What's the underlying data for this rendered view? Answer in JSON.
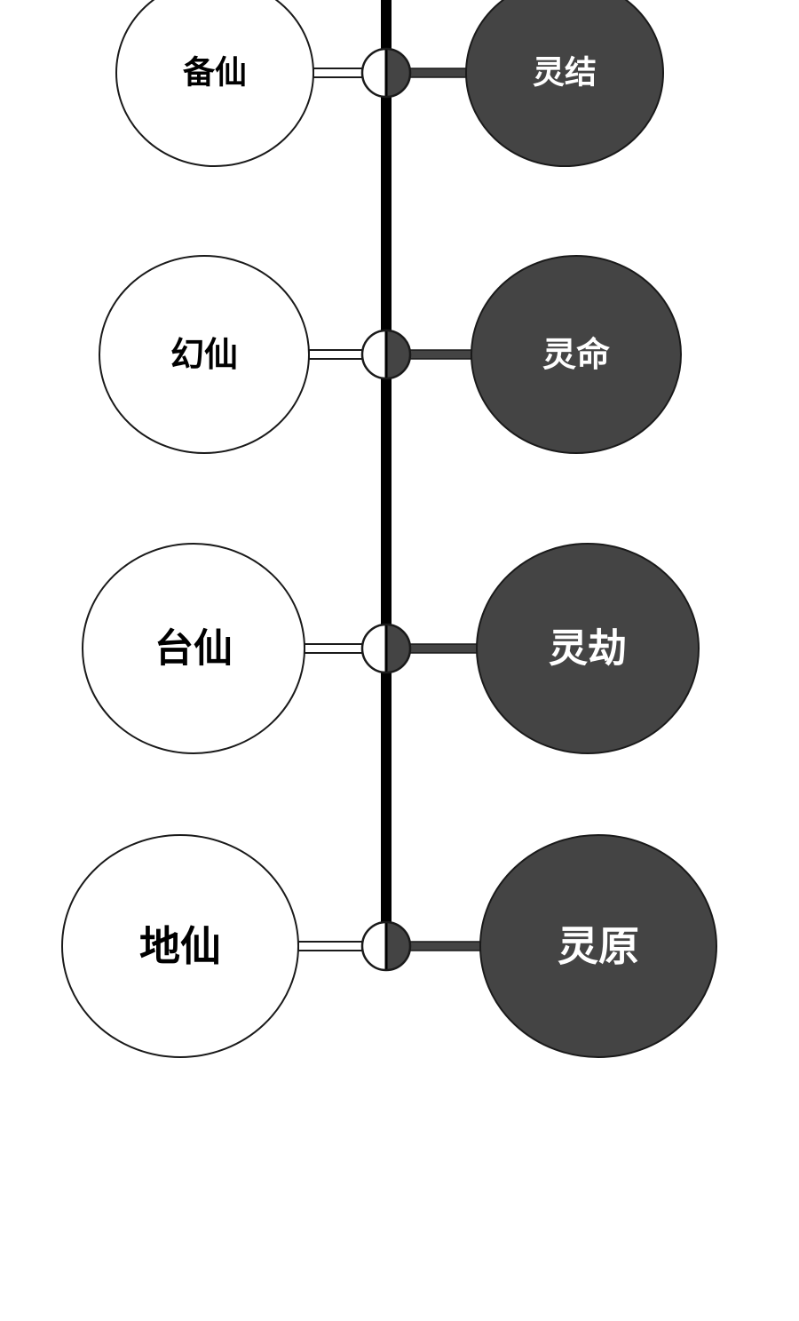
{
  "colors": {
    "background": "#ffffff",
    "spine": "#000000",
    "outline": "#1a1a1a",
    "left_fill": "#ffffff",
    "right_fill": "#444444",
    "left_text": "#000000",
    "right_text": "#ffffff"
  },
  "rows": [
    {
      "left": "备仙",
      "right": "灵结"
    },
    {
      "left": "幻仙",
      "right": "灵命"
    },
    {
      "left": "台仙",
      "right": "灵劫"
    },
    {
      "left": "地仙",
      "right": "灵原"
    }
  ]
}
